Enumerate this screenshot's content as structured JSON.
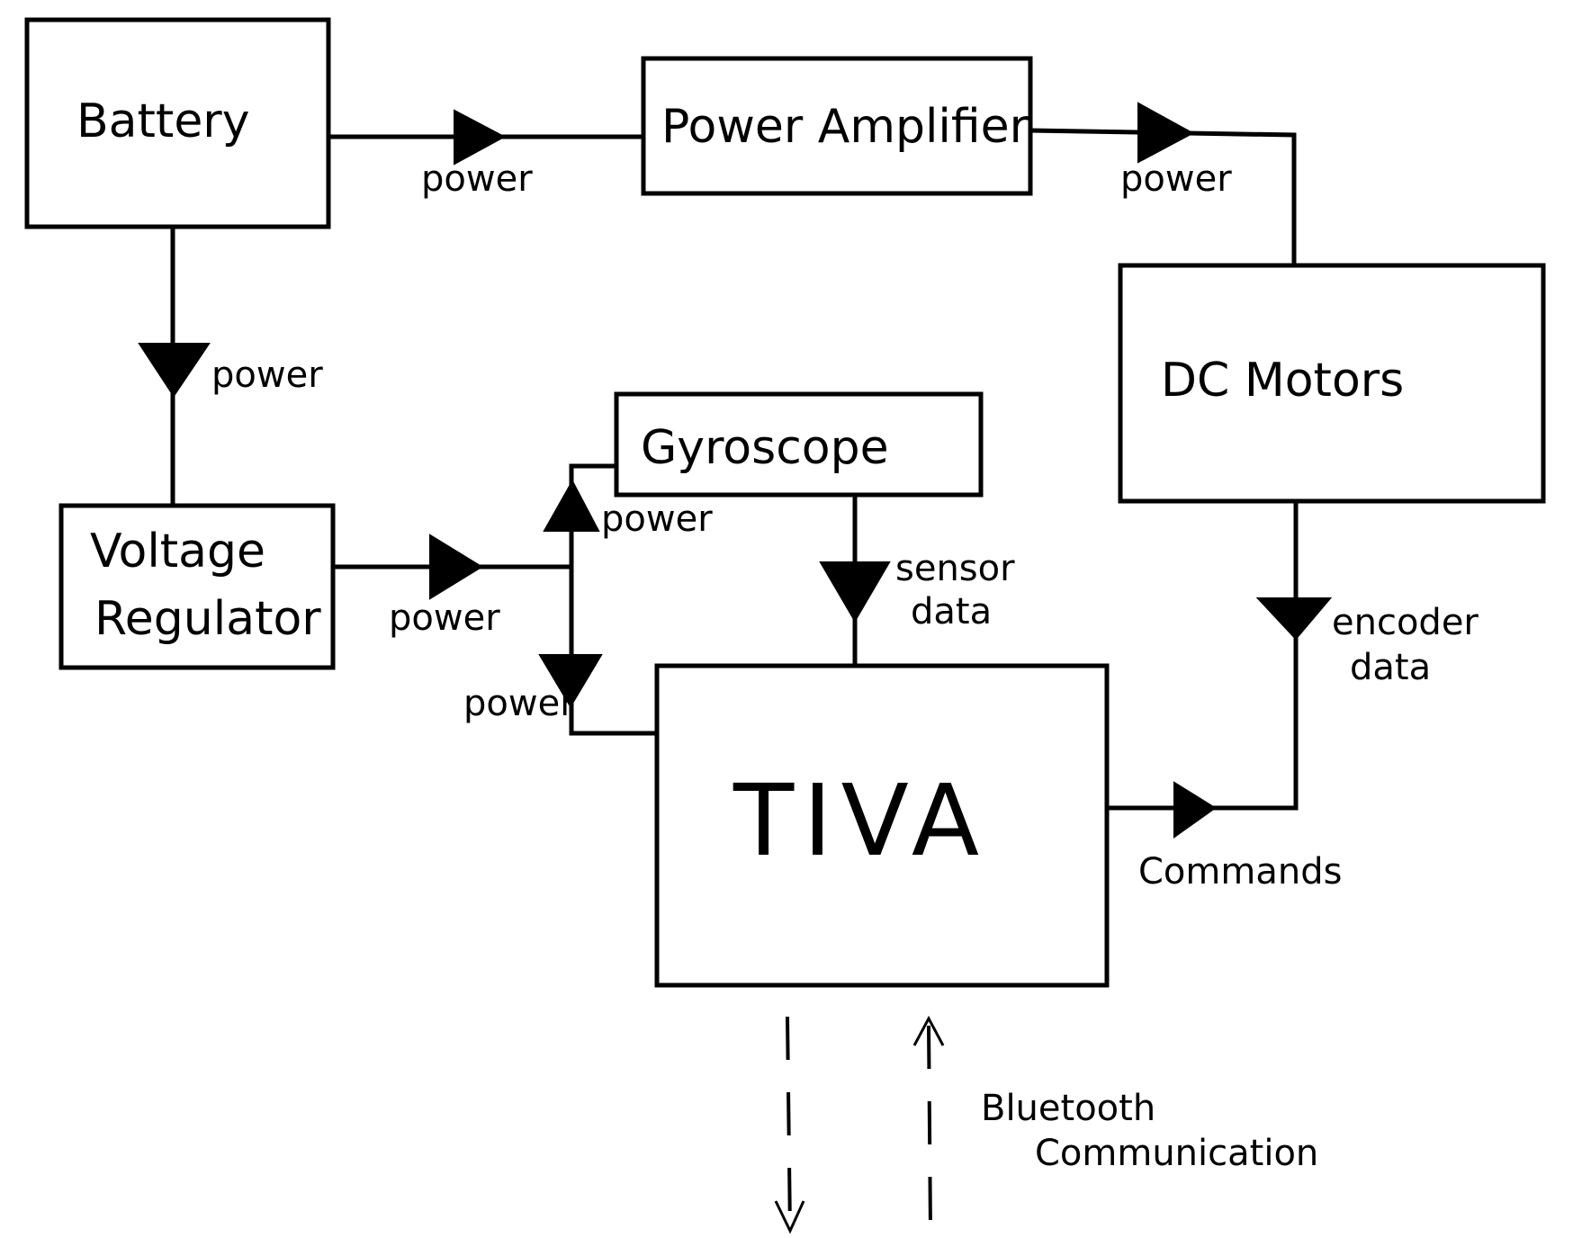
{
  "blocks": {
    "battery": "Battery",
    "power_amplifier": "Power Amplifier",
    "dc_motors": "DC Motors",
    "voltage_regulator_line1": "Voltage",
    "voltage_regulator_line2": "Regulator",
    "gyroscope": "Gyroscope",
    "tiva": "TIVA"
  },
  "edge_labels": {
    "battery_to_amplifier": "power",
    "amplifier_to_motors": "power",
    "battery_to_regulator": "power",
    "regulator_out": "power",
    "to_gyroscope": "power",
    "to_tiva": "power",
    "gyro_sensor_line1": "sensor",
    "gyro_sensor_line2": "data",
    "encoder_line1": "encoder",
    "encoder_line2": "data",
    "commands": "Commands",
    "bluetooth_line1": "Bluetooth",
    "bluetooth_line2": "Communication"
  }
}
